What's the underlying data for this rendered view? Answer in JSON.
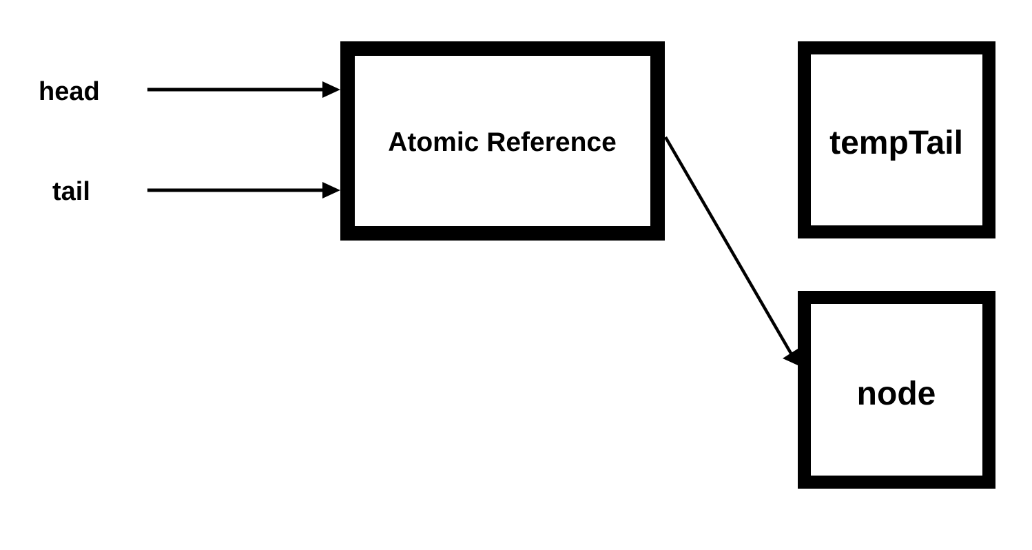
{
  "diagram": {
    "title": "",
    "colors": {
      "stroke": "#000000",
      "fill": "#ffffff",
      "text": "#000000"
    },
    "pointers": [
      {
        "id": "head",
        "label": "head",
        "target": "atomic-reference"
      },
      {
        "id": "tail",
        "label": "tail",
        "target": "atomic-reference"
      }
    ],
    "nodes": [
      {
        "id": "atomic-reference",
        "label": "Atomic Reference"
      },
      {
        "id": "temp-tail",
        "label": "tempTail"
      },
      {
        "id": "node",
        "label": "node"
      }
    ],
    "edges": [
      {
        "from": "head",
        "to": "atomic-reference"
      },
      {
        "from": "tail",
        "to": "atomic-reference"
      },
      {
        "from": "atomic-reference",
        "to": "node"
      }
    ]
  }
}
